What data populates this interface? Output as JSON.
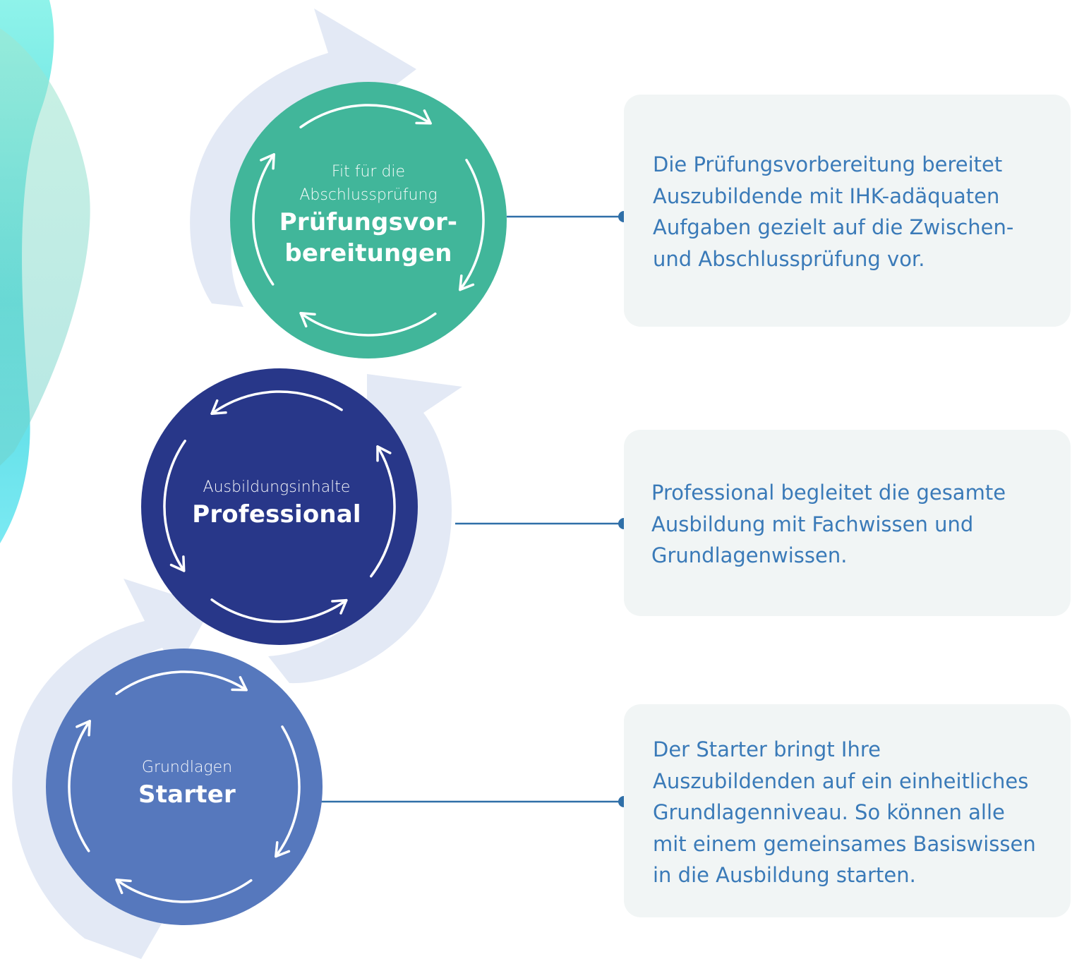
{
  "colors": {
    "top_circle": "#41b69a",
    "middle_circle": "#283789",
    "bottom_circle": "#5678bd",
    "swoosh": "#e3e9f5",
    "connector": "#2f6fa8",
    "box_bg": "#f1f5f5",
    "desc_text": "#3a7ab8"
  },
  "stages": [
    {
      "id": "pruefungsvorbereitungen",
      "subtitle_lines": [
        "Fit für die",
        "Abschlussprüfung"
      ],
      "title_lines": [
        "Prüfungsvor-",
        "bereitungen"
      ],
      "description": "Die Prüfungsvorbereitung bereitet\nAuszubildende mit IHK-adäquaten\nAufgaben gezielt auf die Zwischen-\nund Abschlussprüfung vor."
    },
    {
      "id": "professional",
      "subtitle_lines": [
        "Ausbildungsinhalte"
      ],
      "title_lines": [
        "Professional"
      ],
      "description": "Professional begleitet die gesamte\nAusbildung mit Fachwissen und\nGrundlagenwissen."
    },
    {
      "id": "starter",
      "subtitle_lines": [
        "Grundlagen"
      ],
      "title_lines": [
        "Starter"
      ],
      "description": "Der Starter bringt Ihre\nAuszubildenden auf ein einheitliches\nGrundlagenniveau. So können alle\nmit einem gemeinsames Basiswissen\nin die Ausbildung starten."
    }
  ]
}
